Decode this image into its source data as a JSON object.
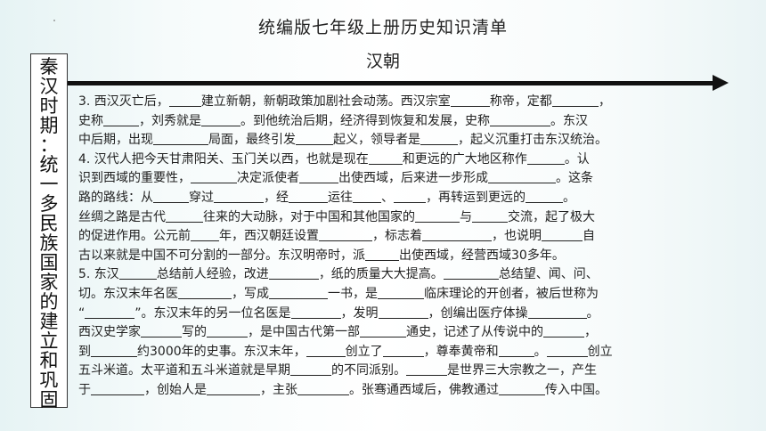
{
  "page_title": "统编版七年级上册历史知识清单",
  "section_title": "汉朝",
  "side_label": [
    "秦",
    "汉",
    "时",
    "期",
    "：",
    "统",
    "一",
    "多",
    "民",
    "族",
    "国",
    "家",
    "的",
    "建",
    "立",
    "和",
    "巩",
    "固"
  ],
  "lines": [
    [
      {
        "t": "3. 西汉灭亡后，"
      },
      {
        "b": 36
      },
      {
        "t": "建立新朝，新朝政策加剧社会动荡。西汉宗室"
      },
      {
        "b": 44
      },
      {
        "t": "称帝，定都"
      },
      {
        "b": 52
      },
      {
        "t": "，"
      }
    ],
    [
      {
        "t": "史称"
      },
      {
        "b": 40
      },
      {
        "t": "，刘秀就是"
      },
      {
        "b": 44
      },
      {
        "t": "。到他统治后期，经济得到恢复和发展，史称"
      },
      {
        "b": 68
      },
      {
        "t": "。东汉"
      }
    ],
    [
      {
        "t": "中后期，出现"
      },
      {
        "b": 62
      },
      {
        "t": "局面，最终引发"
      },
      {
        "b": 42
      },
      {
        "t": "起义，领导者是"
      },
      {
        "b": 42
      },
      {
        "t": "，起义沉重打击东汉统治。"
      }
    ],
    [
      {
        "t": "4. 汉代人把今天甘肃阳关、玉门关以西，也就是现在"
      },
      {
        "b": 38
      },
      {
        "t": "和更远的广大地区称作"
      },
      {
        "b": 42
      },
      {
        "t": "。认"
      }
    ],
    [
      {
        "t": "识到西域的重要性，"
      },
      {
        "b": 52
      },
      {
        "t": "决定派使者"
      },
      {
        "b": 44
      },
      {
        "t": "出使西域，后来进一步形成"
      },
      {
        "b": 76
      },
      {
        "t": "。这条"
      }
    ],
    [
      {
        "t": "路的路线：从"
      },
      {
        "b": 40
      },
      {
        "t": "穿过"
      },
      {
        "b": 56
      },
      {
        "t": "，经"
      },
      {
        "b": 44
      },
      {
        "t": "运往"
      },
      {
        "b": 32
      },
      {
        "t": "、"
      },
      {
        "b": 36
      },
      {
        "t": "，再转运到更远的"
      },
      {
        "b": 42
      },
      {
        "t": "。"
      }
    ],
    [
      {
        "t": "丝绸之路是古代"
      },
      {
        "b": 42
      },
      {
        "t": "往来的大动脉，对于中国和其他国家的"
      },
      {
        "b": 50
      },
      {
        "t": "与"
      },
      {
        "b": 40
      },
      {
        "t": "交流，起了极大"
      }
    ],
    [
      {
        "t": "的促进作用。公元前"
      },
      {
        "b": 32
      },
      {
        "t": "年，西汉朝廷设置"
      },
      {
        "b": 60
      },
      {
        "t": "，标志着"
      },
      {
        "b": 78
      },
      {
        "t": "，也说明"
      },
      {
        "b": 46
      },
      {
        "t": "自"
      }
    ],
    [
      {
        "t": "古以来就是中国不可分割的一部分。东汉明帝时，派"
      },
      {
        "b": 38
      },
      {
        "t": "出使西域，经营西域30多年。"
      }
    ],
    [
      {
        "t": "5. 东汉"
      },
      {
        "b": 42
      },
      {
        "t": "总结前人经验，改进"
      },
      {
        "b": 56
      },
      {
        "t": "，纸的质量大大提高。"
      },
      {
        "b": 62
      },
      {
        "t": "总结望、闻、问、"
      }
    ],
    [
      {
        "t": "切。东汉末年名医"
      },
      {
        "b": 60
      },
      {
        "t": "，写成"
      },
      {
        "b": 66
      },
      {
        "t": "一书，是"
      },
      {
        "b": 52
      },
      {
        "t": "临床理论的开创者，被后世称为"
      }
    ],
    [
      {
        "t": "“"
      },
      {
        "b": 56
      },
      {
        "t": "”。东汉末年的另一位名医是"
      },
      {
        "b": 56
      },
      {
        "t": "，发明"
      },
      {
        "b": 56
      },
      {
        "t": "，创编出医疗体操"
      },
      {
        "b": 66
      },
      {
        "t": "。"
      }
    ],
    [
      {
        "t": "西汉史学家"
      },
      {
        "b": 46
      },
      {
        "t": "写的"
      },
      {
        "b": 46
      },
      {
        "t": "，是中国古代第一部"
      },
      {
        "b": 52
      },
      {
        "t": "通史，记述了从传说中的"
      },
      {
        "b": 46
      },
      {
        "t": "，"
      }
    ],
    [
      {
        "t": "到"
      },
      {
        "b": 52
      },
      {
        "t": "约3000年的史事。东汉末年，"
      },
      {
        "b": 44
      },
      {
        "t": "创立了"
      },
      {
        "b": 46
      },
      {
        "t": "，尊奉黄帝和"
      },
      {
        "b": 40
      },
      {
        "t": "。"
      },
      {
        "b": 46
      },
      {
        "t": "创立"
      }
    ],
    [
      {
        "t": "五斗米道。太平道和五斗米道就是早期"
      },
      {
        "b": 46
      },
      {
        "t": "的不同派别。"
      },
      {
        "b": 46
      },
      {
        "t": "是世界三大宗教之一，产生"
      }
    ],
    [
      {
        "t": "于"
      },
      {
        "b": 60
      },
      {
        "t": "，创始人是"
      },
      {
        "b": 60
      },
      {
        "t": "，主张"
      },
      {
        "b": 58
      },
      {
        "t": "。张骞通西域后，佛教通过"
      },
      {
        "b": 52
      },
      {
        "t": "传入中国。"
      }
    ]
  ]
}
